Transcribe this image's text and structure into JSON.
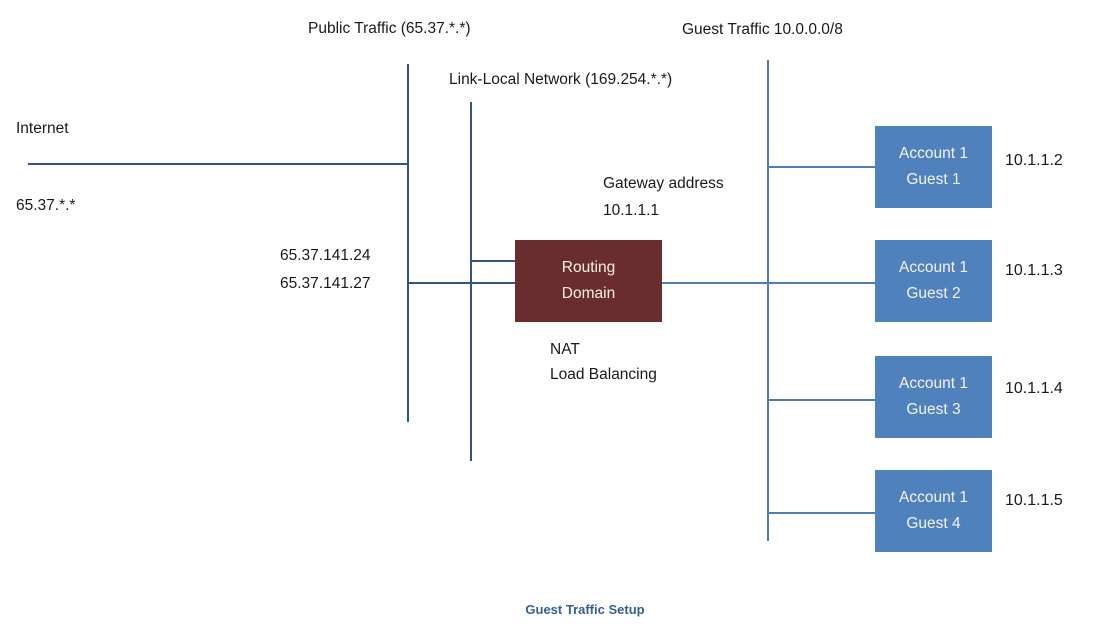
{
  "diagram": {
    "caption": "Guest Traffic Setup",
    "labels": {
      "public_traffic": "Public Traffic (65.37.*.*)",
      "guest_traffic": "Guest Traffic 10.0.0.0/8",
      "link_local": "Link-Local Network (169.254.*.*)",
      "internet": "Internet",
      "internet_ip": "65.37.*.*"
    },
    "public_ips": {
      "ip1": "65.37.141.24",
      "ip2": "65.37.141.27"
    },
    "gateway": {
      "line1": "Gateway address",
      "line2": "10.1.1.1"
    },
    "services": {
      "line1": "NAT",
      "line2": "Load Balancing"
    },
    "routing_domain": {
      "line1": "Routing",
      "line2": "Domain"
    },
    "guests": [
      {
        "line1": "Account 1",
        "line2": "Guest 1",
        "ip": "10.1.1.2"
      },
      {
        "line1": "Account 1",
        "line2": "Guest 2",
        "ip": "10.1.1.3"
      },
      {
        "line1": "Account 1",
        "line2": "Guest 3",
        "ip": "10.1.1.4"
      },
      {
        "line1": "Account 1",
        "line2": "Guest 4",
        "ip": "10.1.1.5"
      }
    ],
    "colors": {
      "trunk_line": "#2f5384",
      "guest_line": "#4e7cb5",
      "guest_box_fill": "#4f81bd",
      "routing_box_fill": "#6a2d2d",
      "caption_text": "#365f91",
      "label_text": "#1a1a1a",
      "box_text": "#ffffff"
    }
  }
}
